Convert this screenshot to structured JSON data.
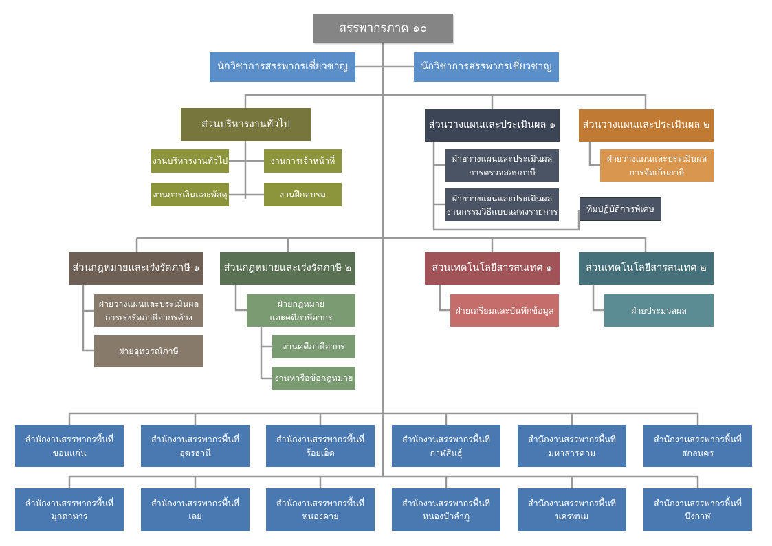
{
  "root": {
    "line1": "สรรพากรภาค ๑๐"
  },
  "experts": [
    {
      "line1": "นักวิชาการสรรพากรเชี่ยวชาญ"
    },
    {
      "line1": "นักวิชาการสรรพากรเชี่ยวชาญ"
    }
  ],
  "admin": {
    "head": {
      "line1": "ส่วนบริหารงานทั่วไป"
    },
    "units": [
      {
        "line1": "งานบริหารงานทั่วไป"
      },
      {
        "line1": "งานการเจ้าหน้าที่"
      },
      {
        "line1": "งานการเงินและพัสดุ"
      },
      {
        "line1": "งานฝึกอบรม"
      }
    ]
  },
  "planning1": {
    "head": {
      "line1": "ส่วนวางแผนและประเมินผล ๑"
    },
    "units": [
      {
        "line1": "ฝ่ายวางแผนและประเมินผล",
        "line2": "การตรวจสอบภาษี"
      },
      {
        "line1": "ฝ่ายวางแผนและประเมินผล",
        "line2": "งานกรรมวิธีแบบแสดงรายการ"
      }
    ],
    "team": {
      "line1": "ทีมปฏิบัติการพิเศษ"
    }
  },
  "planning2": {
    "head": {
      "line1": "ส่วนวางแผนและประเมินผล ๒"
    },
    "units": [
      {
        "line1": "ฝ่ายวางแผนและประเมินผล",
        "line2": "การจัดเก็บภาษี"
      }
    ]
  },
  "law1": {
    "head": {
      "line1": "ส่วนกฎหมายและเร่งรัดภาษี ๑"
    },
    "units": [
      {
        "line1": "ฝ่ายวางแผนและประเมินผล",
        "line2": "การเร่งรัดภาษีอากรค้าง"
      },
      {
        "line1": "ฝ่ายอุทธรณ์ภาษี"
      }
    ]
  },
  "law2": {
    "head": {
      "line1": "ส่วนกฎหมายและเร่งรัดภาษี ๒"
    },
    "unit": {
      "line1": "ฝ่ายกฎหมาย",
      "line2": "และคดีภาษีอากร"
    },
    "subs": [
      {
        "line1": "งานคดีภาษีอากร"
      },
      {
        "line1": "งานหารือข้อกฎหมาย"
      }
    ]
  },
  "it1": {
    "head": {
      "line1": "ส่วนเทคโนโลยีสารสนเทศ ๑"
    },
    "unit": {
      "line1": "ฝ่ายเตรียมและบันทึกข้อมูล"
    }
  },
  "it2": {
    "head": {
      "line1": "ส่วนเทคโนโลยีสารสนเทศ ๒"
    },
    "unit": {
      "line1": "ฝ่ายประมวลผล"
    }
  },
  "offices_row1": [
    {
      "line1": "สำนักงานสรรพากรพื้นที่",
      "line2": "ขอนแก่น"
    },
    {
      "line1": "สำนักงานสรรพากรพื้นที่",
      "line2": "อุดรธานี"
    },
    {
      "line1": "สำนักงานสรรพากรพื้นที่",
      "line2": "ร้อยเอ็ด"
    },
    {
      "line1": "สำนักงานสรรพากรพื้นที่",
      "line2": "กาฬสินธุ์"
    },
    {
      "line1": "สำนักงานสรรพากรพื้นที่",
      "line2": "มหาสารคาม"
    },
    {
      "line1": "สำนักงานสรรพากรพื้นที่",
      "line2": "สกลนคร"
    }
  ],
  "offices_row2": [
    {
      "line1": "สำนักงานสรรพากรพื้นที่",
      "line2": "มุกดาหาร"
    },
    {
      "line1": "สำนักงานสรรพากรพื้นที่",
      "line2": "เลย"
    },
    {
      "line1": "สำนักงานสรรพากรพื้นที่",
      "line2": "หนองคาย"
    },
    {
      "line1": "สำนักงานสรรพากรพื้นที่",
      "line2": "หนองบัวลำภู"
    },
    {
      "line1": "สำนักงานสรรพากรพื้นที่",
      "line2": "นครพนม"
    },
    {
      "line1": "สำนักงานสรรพากรพื้นที่",
      "line2": "บึงกาฬ"
    }
  ],
  "colors": {
    "root": "#858585",
    "expert": "#5b8fc9",
    "admin_head": "#77773d",
    "admin_unit": "#8d953c",
    "planning1_head": "#3c4555",
    "planning1_unit": "#4b5465",
    "planning2_head": "#c07a33",
    "planning2_unit": "#d9964f",
    "law1_head": "#6e6055",
    "law1_unit": "#877a6a",
    "law2_head": "#5a7253",
    "law2_unit": "#7b9b72",
    "it1_head": "#a15457",
    "it1_unit": "#c56d6a",
    "it2_head": "#47717a",
    "it2_unit": "#5b8c93",
    "office": "#4a78b0",
    "connector": "#999999"
  }
}
